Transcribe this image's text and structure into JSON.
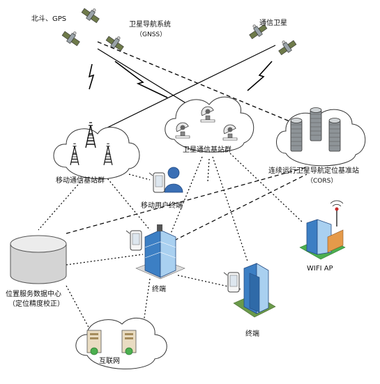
{
  "labels": {
    "beidou_gps": "北斗、GPS",
    "gnss_line1": "卫星导航系统",
    "gnss_line2": "（GNSS）",
    "comm_satellite": "通信卫星",
    "mobile_bs": "移动通信基站群",
    "satellite_bs": "卫星通信基站群",
    "cors_line1": "连续运行卫星导航定位基准站",
    "cors_line2": "（CORS）",
    "mobile_user": "移动用户终端",
    "data_center_line1": "位置服务数据中心",
    "data_center_line2": "（定位精度校正）",
    "terminal_a": "终端",
    "terminal_b": "终端",
    "wifi_ap": "WIFI AP",
    "internet": "互联网"
  },
  "colors": {
    "line": "#000000",
    "satellite_panel": "#6e7a4a",
    "satellite_body": "#9aa3a8",
    "building_blue": "#3c7fc4",
    "building_light": "#a9d0f0",
    "db_gray": "#c8c8c8",
    "cors_gray": "#8e9498",
    "green_base": "#4caf50",
    "user_blue": "#3a6fb5"
  },
  "icons": {
    "satellite": "satellite-icon",
    "tower": "cell-tower-icon",
    "dish": "satellite-dish-icon",
    "cors_station": "cors-station-icon",
    "phone": "mobile-phone-icon",
    "person": "person-icon",
    "database": "database-icon",
    "building": "building-icon",
    "server": "server-icon",
    "wifi": "wifi-router-icon"
  }
}
